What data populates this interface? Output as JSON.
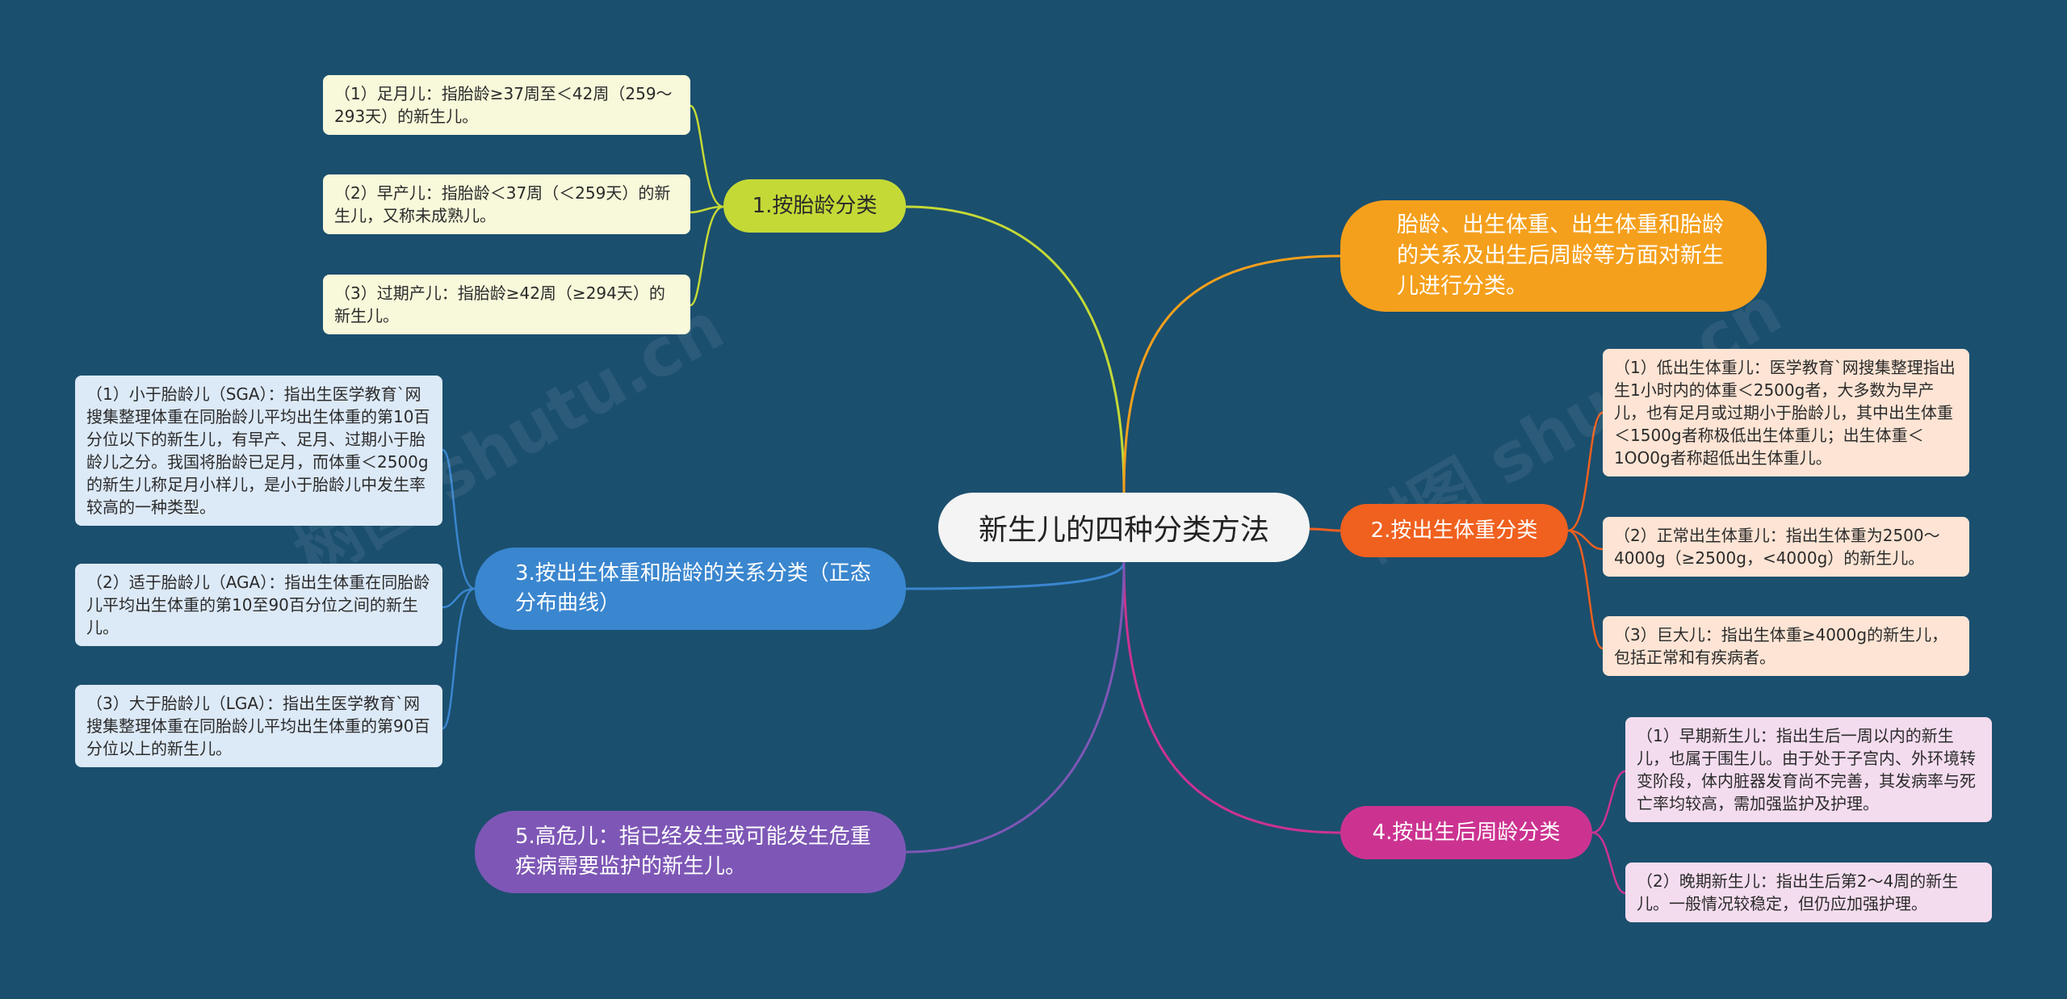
{
  "colors": {
    "background": "#1b4f6e",
    "branch1": "#c4d936",
    "summary": "#f5a01c",
    "branch2": "#f0601e",
    "branch3": "#3a86cf",
    "branch4": "#cc3391",
    "branch5": "#7e57b6"
  },
  "center": {
    "title": "新生儿的四种分类方法"
  },
  "summary": {
    "text": "胎龄、出生体重、出生体重和胎龄的关系及出生后周龄等方面对新生儿进行分类。"
  },
  "branches": {
    "gestational_age": {
      "label": "1.按胎龄分类",
      "items": [
        "（1）足月儿：指胎龄≥37周至＜42周（259～293天）的新生儿。",
        "（2）早产儿：指胎龄＜37周（＜259天）的新生儿，又称未成熟儿。",
        "（3）过期产儿：指胎龄≥42周（≥294天）的新生儿。"
      ]
    },
    "birth_weight": {
      "label": "2.按出生体重分类",
      "items": [
        "（1）低出生体重儿：医学教育`网搜集整理指出生1小时内的体重＜2500g者，大多数为早产儿，也有足月或过期小于胎龄儿，其中出生体重＜1500g者称极低出生体重儿；出生体重＜1OO0g者称超低出生体重儿。",
        "（2）正常出生体重儿：指出生体重为2500～4000g（≥2500g，<4000g）的新生儿。",
        "（3）巨大儿：指出生体重≥4000g的新生儿，包括正常和有疾病者。"
      ]
    },
    "weight_age_relation": {
      "label": "3.按出生体重和胎龄的关系分类（正态分布曲线）",
      "items": [
        "（1）小于胎龄儿（SGA）：指出生医学教育`网搜集整理体重在同胎龄儿平均出生体重的第10百分位以下的新生儿，有早产、足月、过期小于胎龄儿之分。我国将胎龄已足月，而体重＜2500g的新生儿称足月小样儿，是小于胎龄儿中发生率较高的一种类型。",
        "（2）适于胎龄儿（AGA）：指出生体重在同胎龄儿平均出生体重的第10至90百分位之间的新生儿。",
        "（3）大于胎龄儿（LGA）：指出生医学教育`网搜集整理体重在同胎龄儿平均出生体重的第90百分位以上的新生儿。"
      ]
    },
    "postnatal_age": {
      "label": "4.按出生后周龄分类",
      "items": [
        "（1）早期新生儿：指出生后一周以内的新生儿，也属于围生儿。由于处于子宫内、外环境转变阶段，体内脏器发育尚不完善，其发病率与死亡率均较高，需加强监护及护理。",
        "（2）晚期新生儿：指出生后第2～4周的新生儿。一般情况较稳定，但仍应加强护理。"
      ]
    },
    "high_risk": {
      "label": "5.高危儿：指已经发生或可能发生危重疾病需要监护的新生儿。"
    }
  },
  "watermarks": [
    "树图 shutu.cn",
    "树图 shutu.cn"
  ]
}
